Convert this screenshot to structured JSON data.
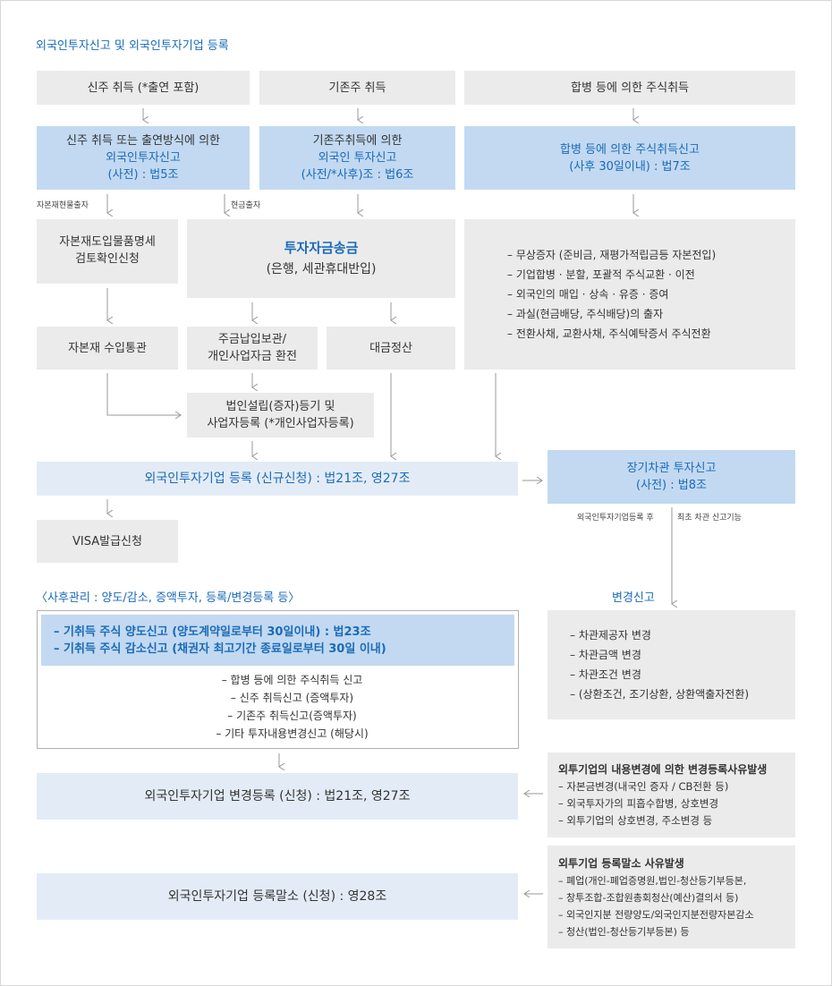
{
  "title": "외국인투자신고 및 외국인투자기업 등록",
  "top": [
    "신주 취득 (*출연 포함)",
    "기존주 취득",
    "합병 등에 의한 주식취득"
  ],
  "report1": [
    "신주 취득 또는 출연방식에 의한",
    "외국인투자신고",
    "(사전) : 법5조"
  ],
  "report2": [
    "기존주취득에 의한",
    "외국인 투자신고",
    "(사전/*사후)조 : 법6조"
  ],
  "report3": [
    "합병 등에 의한 주식취득신고",
    "(사후 30일이내) : 법7조"
  ],
  "labels": {
    "capital_goods": "자본재현물출자",
    "cash": "현금출자"
  },
  "review": [
    "자본재도입물품명세",
    "검토확인신청"
  ],
  "remit": [
    "투자자금송금",
    "(은행, 세관휴대반입)"
  ],
  "merger_list": [
    "– 무상증자 (준비금, 재평가적립금등 자본전입)",
    "– 기업합병 · 분할, 포괄적 주식교환 · 이전",
    "– 외국인의 매입 · 상속 · 유증 · 증여",
    "– 과실(현금배당, 주식배당)의 출자",
    "– 전환사채, 교환사채, 주식예탁증서 주식전환"
  ],
  "customs": "자본재 수입통관",
  "deposit": [
    "주금납입보관/",
    "개인사업자금 환전"
  ],
  "settle": "대금정산",
  "incorp": [
    "법인설립(증자)등기 및",
    "사업자등록 (*개인사업자등록)"
  ],
  "register": "외국인투자기업 등록 (신규신청) : 법21조, 영27조",
  "loan": [
    "장기차관 투자신고",
    "(사전) : 법8조"
  ],
  "loan_note": {
    "left": "외국인투자기업등록 후",
    "right": "최초 차관 신고기능"
  },
  "visa": "VISA발급신청",
  "after_title": "〈사후관리 : 양도/감소, 증액투자, 등록/변경등록 등〉",
  "after_highlight": [
    "– 기취득 주식 양도신고 (양도계약일로부터 30일이내) : 법23조",
    "– 기취득 주식 감소신고 (채권자 최고기간 종료일로부터 30일 이내)"
  ],
  "after_list": [
    "– 합병 등에 의한 주식취득 신고",
    "– 신주 취득신고 (증액투자)",
    "– 기존주 취득신고(증액투자)",
    "– 기타 투자내용변경신고 (해당시)"
  ],
  "change_label": "변경신고",
  "change_list": [
    "– 차관제공자 변경",
    "– 차관금액 변경",
    "– 차관조건 변경",
    "– (상환조건, 조기상환, 상환액출자전환)"
  ],
  "change_register": "외국인투자기업 변경등록 (신청) : 법21조, 영27조",
  "change_reason": {
    "title": "외투기업의 내용변경에 의한 변경등록사유발생",
    "items": [
      "– 자본금변경(내국인 증자 / CB전환 등)",
      "– 외국투자가의 피흡수합병, 상호변경",
      "– 외투기업의 상호변경, 주소변경 등"
    ]
  },
  "cancel_register": "외국인투자기업 등록말소 (신청) : 영28조",
  "cancel_reason": {
    "title": "외투기업 등록말소 사유발생",
    "items": [
      "– 폐업(개인-폐업증명원,법인-청산등기부등본,",
      "– 창투조합-조합원총회청산(예산)결의서 등)",
      "– 외국인지분 전량양도/외국인지분전량자본감소",
      "– 청산(법인-청산등기부등본) 등"
    ]
  },
  "colors": {
    "accent": "#1a6bb8",
    "gray_box": "#ebebeb",
    "light_blue_box": "#e3ecf6",
    "blue_box": "#c2d9f1",
    "line": "#999999"
  }
}
